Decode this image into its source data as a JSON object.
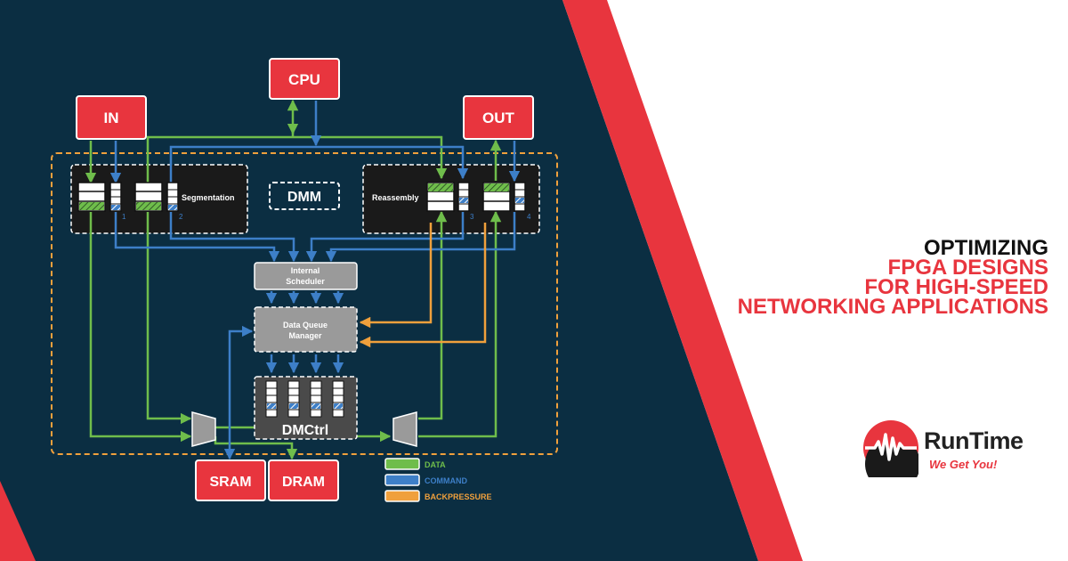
{
  "diagram": {
    "blocks": {
      "cpu": "CPU",
      "in": "IN",
      "out": "OUT",
      "dmm": "DMM",
      "segmentation": "Segmentation",
      "reassembly": "Reassembly",
      "scheduler_line1": "Internal",
      "scheduler_line2": "Scheduler",
      "dqm_line1": "Data Queue",
      "dqm_line2": "Manager",
      "dmctrl": "DMCtrl",
      "sram": "SRAM",
      "dram": "DRAM"
    },
    "queue_numbers": [
      "1",
      "2",
      "3",
      "4"
    ],
    "legend": [
      {
        "label": "DATA",
        "color": "#6fbd4b"
      },
      {
        "label": "COMMAND",
        "color": "#3d7fc8"
      },
      {
        "label": "BACKPRESSURE",
        "color": "#f0a03c"
      }
    ]
  },
  "headline": {
    "line1": "OPTIMIZING",
    "line2": "FPGA DESIGNS",
    "line3": "FOR HIGH-SPEED",
    "line4": "NETWORKING APPLICATIONS"
  },
  "logo": {
    "name": "RunTime",
    "tagline": "We Get You!"
  },
  "colors": {
    "navy": "#0b2e42",
    "red": "#e8353e",
    "data": "#6fbd4b",
    "command": "#3d7fc8",
    "backpressure": "#f0a03c"
  }
}
